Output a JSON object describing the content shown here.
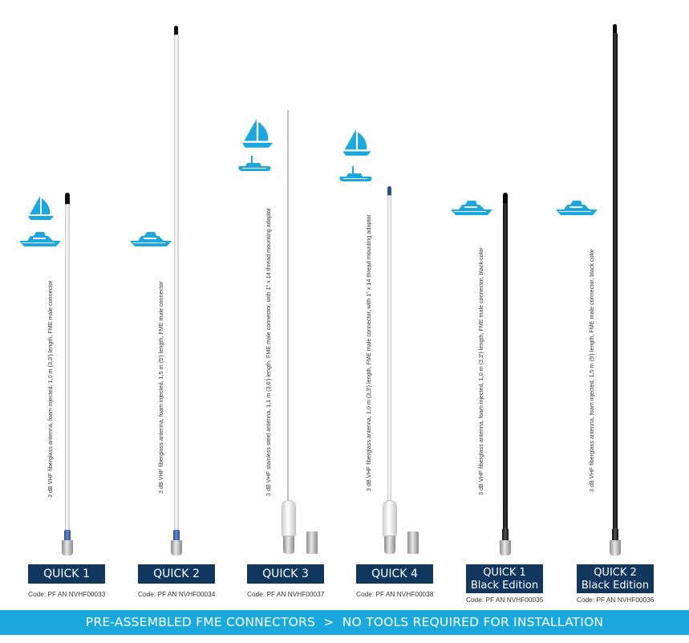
{
  "products": [
    {
      "id": "q1",
      "label_line1": "QUICK 1",
      "label_line2": "",
      "code": "Code: PF AN NVHF00033",
      "description": "3 dB VHF fiberglass antenna, foam injected, 1,0 m (3,3') length, FME male connector",
      "color": "white",
      "icons": [
        "sailboat-icon",
        "motor-yacht-icon"
      ]
    },
    {
      "id": "q2",
      "label_line1": "QUICK 2",
      "label_line2": "",
      "code": "Code: PF AN NVHF00034",
      "description": "3 dB VHF fiberglass antenna, foam injected, 1,5 m (5') length, FME male connector",
      "color": "white",
      "icons": [
        "motor-yacht-icon"
      ]
    },
    {
      "id": "q3",
      "label_line1": "QUICK 3",
      "label_line2": "",
      "code": "Code: PF AN NVHF00037",
      "description": "3 dB VHF stainless steel antenna, 1,1 m (3,6') length, FME male connector, with 1\" x 14 thread mounting adaptor",
      "color": "steel",
      "icons": [
        "sailboat-icon",
        "rib-boat-icon"
      ]
    },
    {
      "id": "q4",
      "label_line1": "QUICK 4",
      "label_line2": "",
      "code": "Code: PF AN NVHF00038",
      "description": "3 dB VHF fiberglass antenna, 1,0 m (3,3') length, FME male connector, with 1\" x 14 thread mounting adaptor",
      "color": "white",
      "icons": [
        "sailboat-icon",
        "rib-boat-icon"
      ]
    },
    {
      "id": "q1b",
      "label_line1": "QUICK 1",
      "label_line2": "Black Edition",
      "code": "Code: PF AN NVHF00035",
      "description": "3 dB VHF fiberglass antenna, foam injected, 1,0 m (3,3') length, FME male connector, black color",
      "color": "black",
      "icons": [
        "motor-yacht-icon"
      ]
    },
    {
      "id": "q2b",
      "label_line1": "QUICK 2",
      "label_line2": "Black Edition",
      "code": "Code: PF AN NVHF00036",
      "description": "3 dB VHF fiberglass antenna, foam injected, 1,5 m (5') length, FME male connector, black color",
      "color": "black",
      "icons": [
        "motor-yacht-icon"
      ]
    }
  ],
  "footer": {
    "text": "PRE-ASSEMBLED FME CONNECTORS  >  NO TOOLS REQUIRED FOR INSTALLATION"
  },
  "colors": {
    "accent": "#19a9df",
    "label_bg": "#11375f",
    "icon": "#1ba8de"
  }
}
